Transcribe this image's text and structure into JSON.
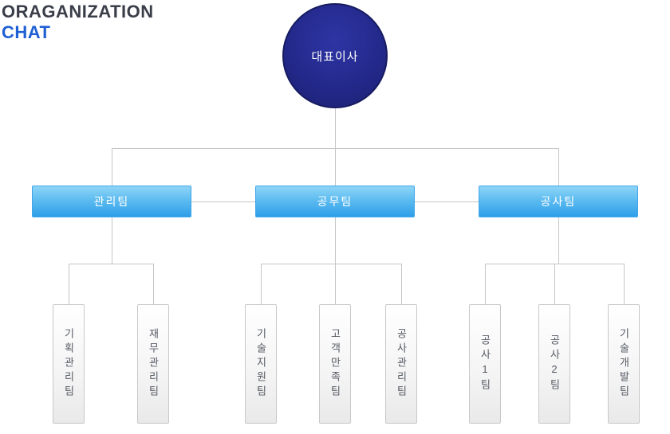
{
  "header": {
    "title_line1": "ORAGANIZATION",
    "title_line2": "CHAT"
  },
  "colors": {
    "title_dark": "#3a3e49",
    "title_blue": "#1e5fd4",
    "ceo_circle": "#23298b",
    "team_gradient_top": "#8ed4f7",
    "team_gradient_bottom": "#2f9fe9",
    "sub_box_border": "#c8c8c8",
    "connector_line": "#c6c6c6"
  },
  "org": {
    "root": {
      "label": "대표이사"
    },
    "teams": [
      {
        "label": "관리팀",
        "children": [
          {
            "label": "기획관리팀"
          },
          {
            "label": "재무관리팀"
          }
        ]
      },
      {
        "label": "공무팀",
        "children": [
          {
            "label": "기술지원팀"
          },
          {
            "label": "고객만족팀"
          },
          {
            "label": "공사관리팀"
          }
        ]
      },
      {
        "label": "공사팀",
        "children": [
          {
            "label": "공사1팀"
          },
          {
            "label": "공사2팀"
          },
          {
            "label": "기술개발팀"
          }
        ]
      }
    ]
  }
}
